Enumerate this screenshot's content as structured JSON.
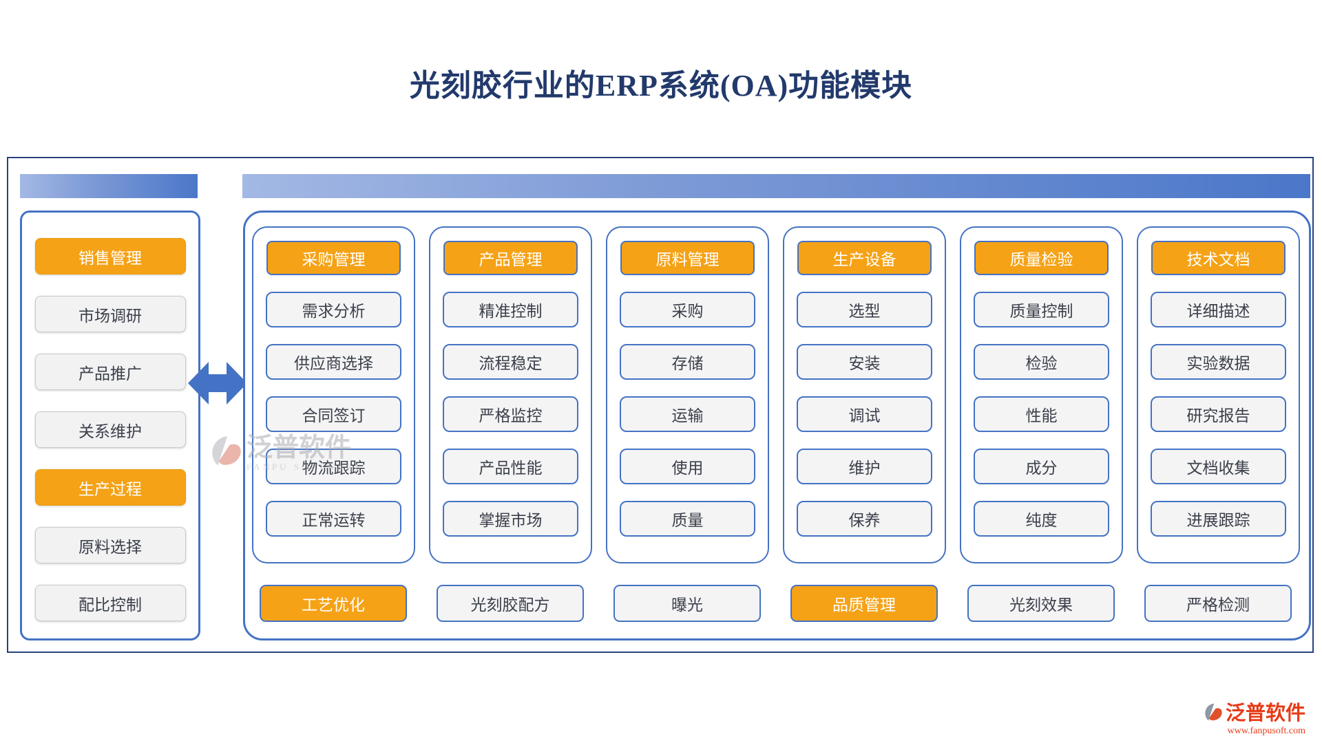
{
  "title": "光刻胶行业的ERP系统(OA)功能模块",
  "sidebar": {
    "items": [
      {
        "label": "销售管理",
        "highlight": true
      },
      {
        "label": "市场调研",
        "highlight": false
      },
      {
        "label": "产品推广",
        "highlight": false
      },
      {
        "label": "关系维护",
        "highlight": false
      },
      {
        "label": "生产过程",
        "highlight": true
      },
      {
        "label": "原料选择",
        "highlight": false
      },
      {
        "label": "配比控制",
        "highlight": false
      }
    ]
  },
  "main": {
    "columns": [
      {
        "header": "采购管理",
        "items": [
          "需求分析",
          "供应商选择",
          "合同签订",
          "物流跟踪",
          "正常运转"
        ],
        "footer": {
          "label": "工艺优化",
          "highlight": true
        }
      },
      {
        "header": "产品管理",
        "items": [
          "精准控制",
          "流程稳定",
          "严格监控",
          "产品性能",
          "掌握市场"
        ],
        "footer": {
          "label": "光刻胶配方",
          "highlight": false
        }
      },
      {
        "header": "原料管理",
        "items": [
          "采购",
          "存储",
          "运输",
          "使用",
          "质量"
        ],
        "footer": {
          "label": "曝光",
          "highlight": false
        }
      },
      {
        "header": "生产设备",
        "items": [
          "选型",
          "安装",
          "调试",
          "维护",
          "保养"
        ],
        "footer": {
          "label": "品质管理",
          "highlight": true
        }
      },
      {
        "header": "质量检验",
        "items": [
          "质量控制",
          "检验",
          "性能",
          "成分",
          "纯度"
        ],
        "footer": {
          "label": "光刻效果",
          "highlight": false
        }
      },
      {
        "header": "技术文档",
        "items": [
          "详细描述",
          "实验数据",
          "研究报告",
          "文档收集",
          "进展跟踪"
        ],
        "footer": {
          "label": "严格检测",
          "highlight": false
        }
      }
    ]
  },
  "watermark": {
    "brand": "泛普软件",
    "subtext": "FANPU SOFTWARE"
  },
  "footer_logo": {
    "brand": "泛普软件",
    "url": "www.fanpusoft.com"
  },
  "colors": {
    "accent_orange": "#F5A216",
    "border_blue": "#4472C4",
    "frame_navy": "#26437E",
    "title_navy": "#22396B",
    "brand_red": "#E63B17",
    "node_gray": "#F2F2F3",
    "gradient_start": "#A3B8E4",
    "gradient_end": "#4B77C9"
  }
}
